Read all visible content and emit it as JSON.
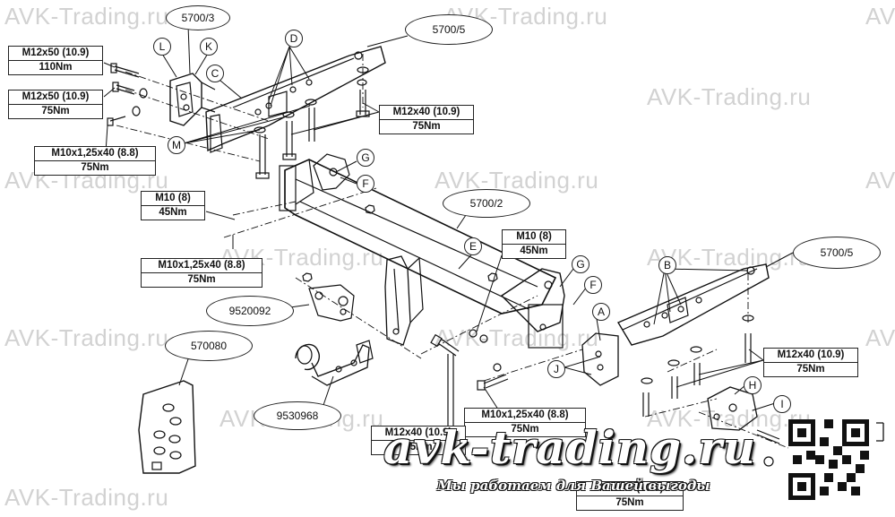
{
  "watermark": "AVK-Trading.ru",
  "part_numbers": {
    "p5700_3": "5700/3",
    "p5700_5_top": "5700/5",
    "p5700_2": "5700/2",
    "p5700_5_right": "5700/5",
    "p9520092": "9520092",
    "p570080": "570080",
    "p9530968": "9530968"
  },
  "specs": {
    "s1": {
      "bolt": "M12x50 (10.9)",
      "torque": "110Nm"
    },
    "s2": {
      "bolt": "M12x50 (10.9)",
      "torque": "75Nm"
    },
    "s3": {
      "bolt": "M10x1,25x40 (8.8)",
      "torque": "75Nm"
    },
    "s4": {
      "bolt": "M12x40 (10.9)",
      "torque": "75Nm"
    },
    "s5": {
      "bolt": "M10 (8)",
      "torque": "45Nm"
    },
    "s6": {
      "bolt": "M10x1,25x40 (8.8)",
      "torque": "75Nm"
    },
    "s7": {
      "bolt": "M10 (8)",
      "torque": "45Nm"
    },
    "s8": {
      "bolt": "M12x40 (10.9)",
      "torque": "75Nm"
    },
    "s9": {
      "bolt": "M10x1,25x40 (8.8)",
      "torque": "75Nm"
    },
    "s10": {
      "bolt": "M12x40 (10.9)",
      "torque": "75Nm"
    },
    "s11": {
      "bolt": "M12x40 (10.9)",
      "torque": "75Nm"
    }
  },
  "letters": {
    "L": "L",
    "K": "K",
    "C": "C",
    "D": "D",
    "M": "M",
    "G1": "G",
    "F1": "F",
    "E": "E",
    "G2": "G",
    "F2": "F",
    "A": "A",
    "J": "J",
    "B": "B",
    "H": "H",
    "I": "I"
  },
  "brand": "avk-trading.ru",
  "slogan": "Мы работаем для Вашей выгоды",
  "colors": {
    "ink": "#111111",
    "watermark": "#d2d2d2"
  }
}
